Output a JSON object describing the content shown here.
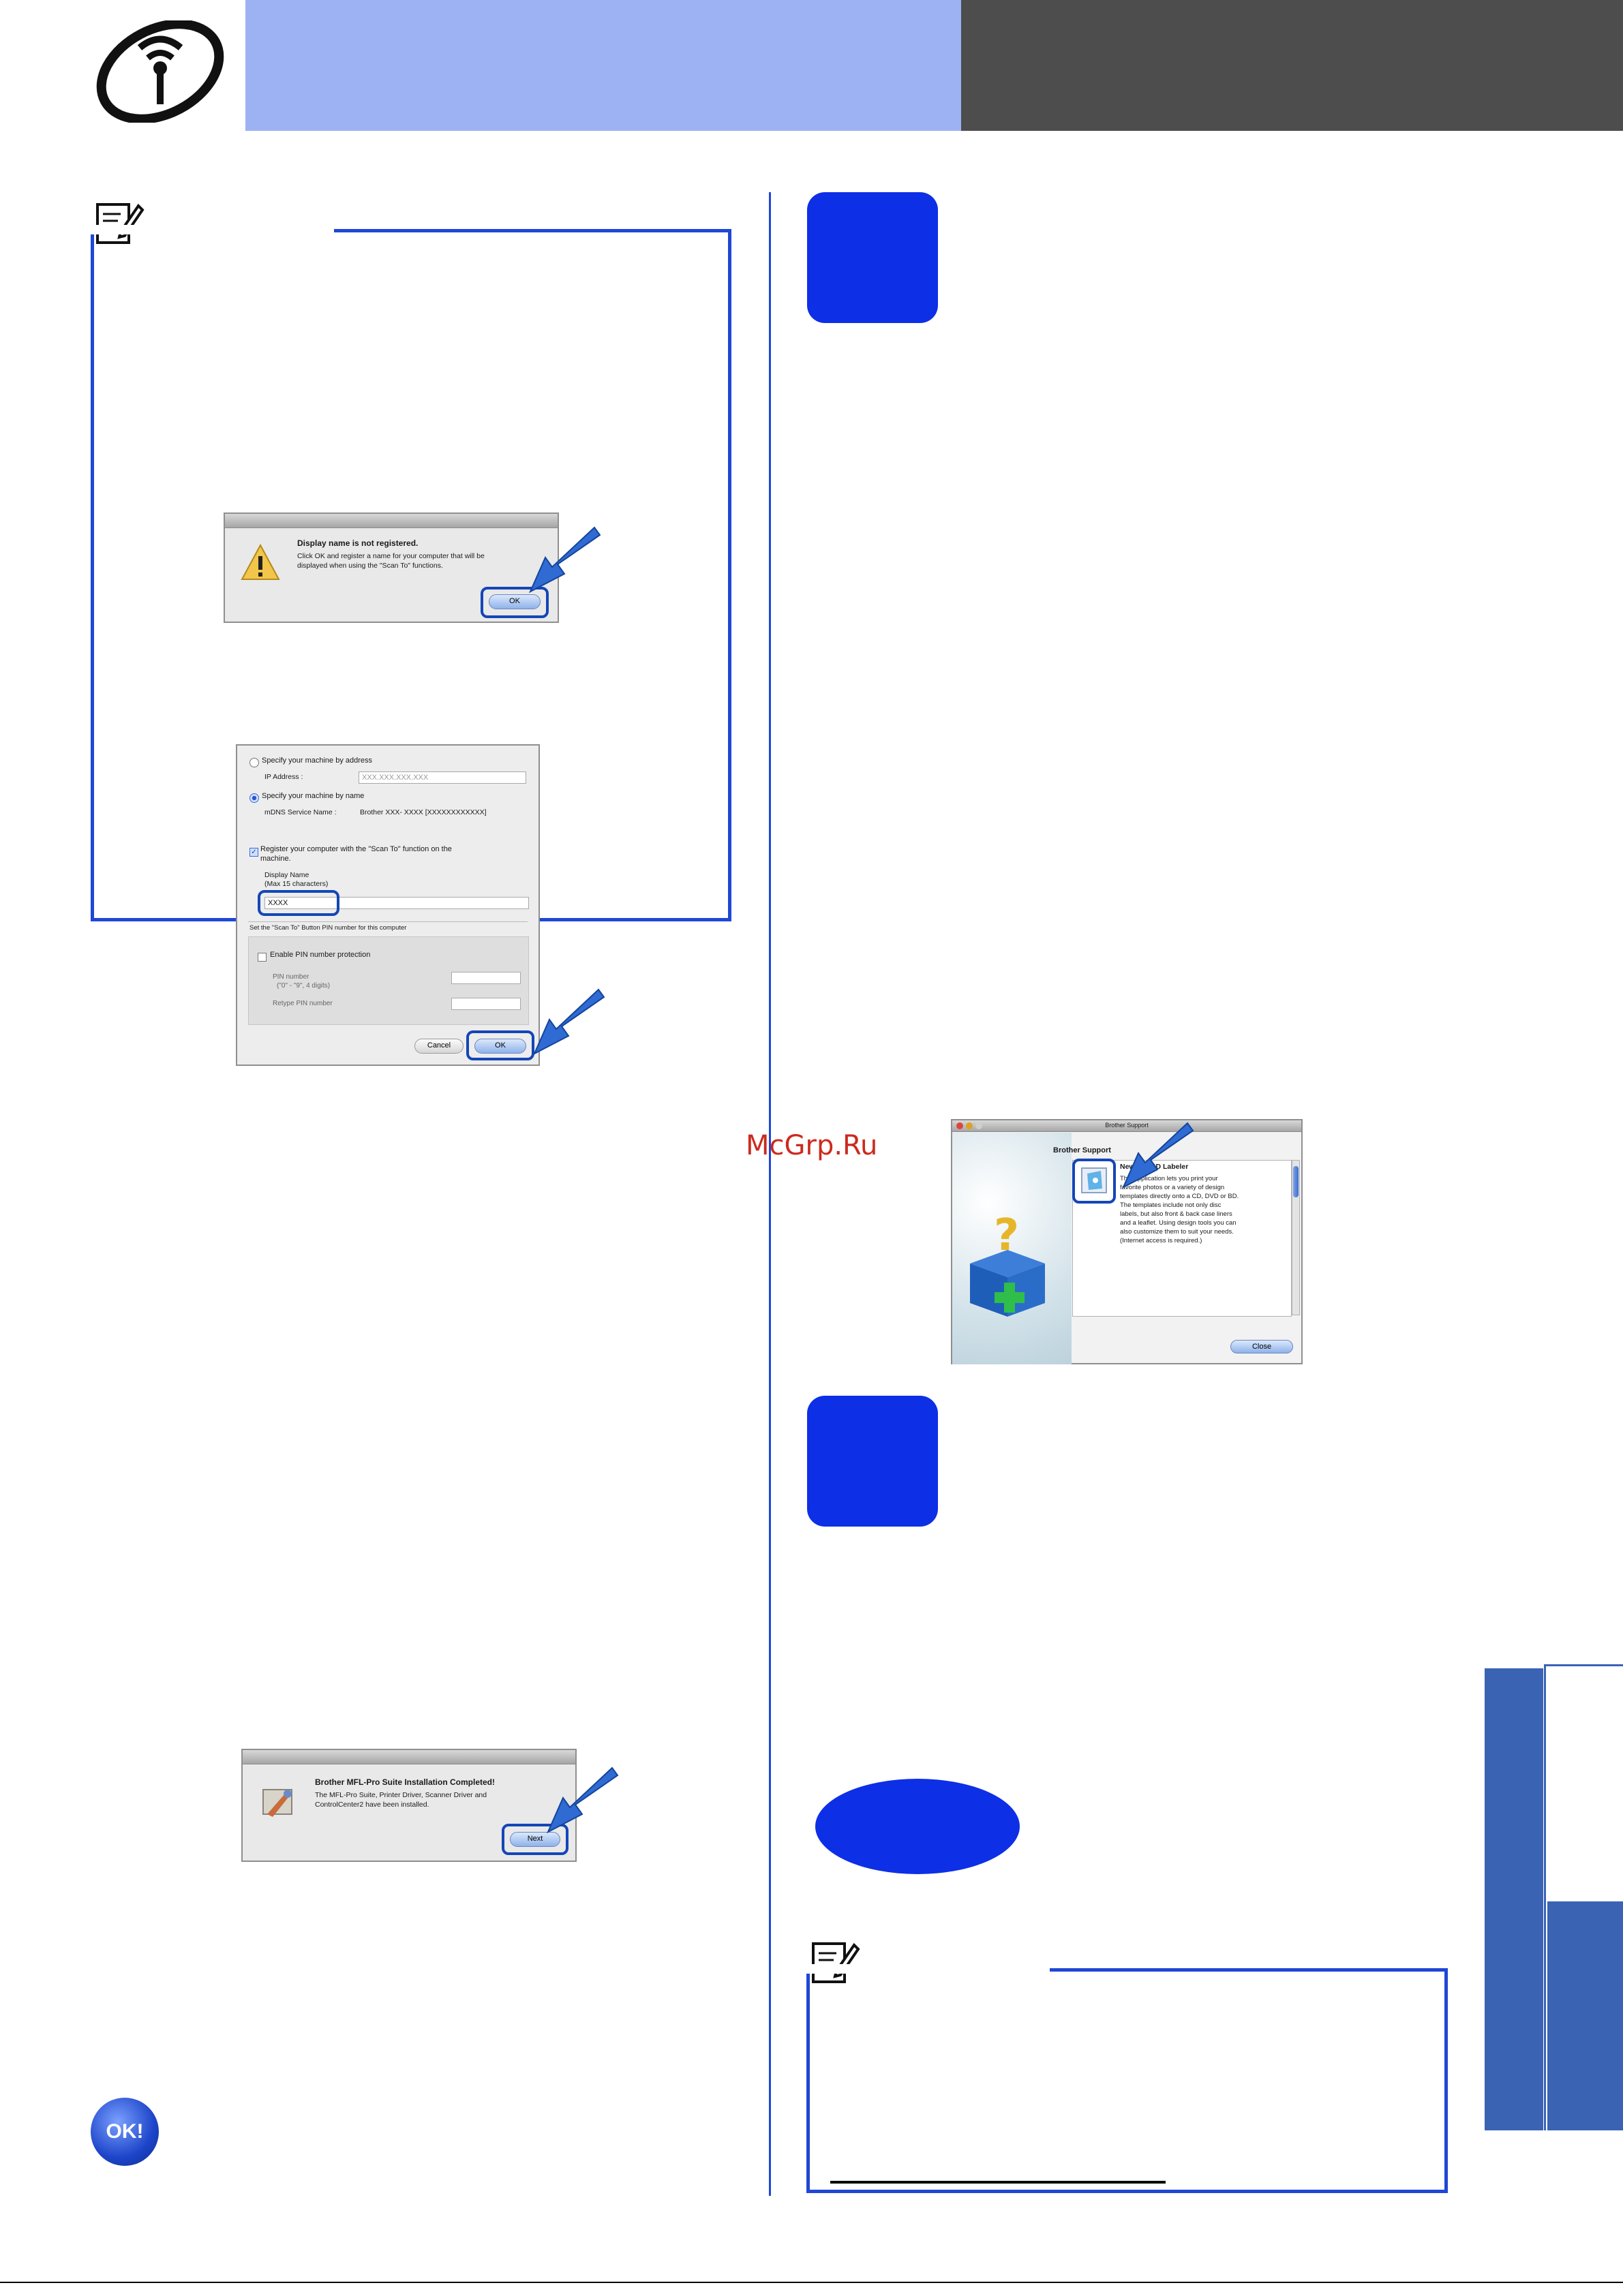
{
  "header": {
    "icon": "wireless-icon"
  },
  "watermark": "McGrp.Ru",
  "dialog_display_name": {
    "title": "Display name is not registered.",
    "message_line1": "Click OK and register a name for your computer that will be",
    "message_line2": "displayed when using the \"Scan To\" functions.",
    "ok": "OK"
  },
  "dialog_machine": {
    "opt_address": "Specify your machine by address",
    "ip_label": "IP Address :",
    "ip_value": "XXX.XXX.XXX.XXX",
    "opt_name": "Specify your machine by name",
    "mdns_label": "mDNS Service Name :",
    "mdns_value": "Brother XXX- XXXX   [XXXXXXXXXXXX]",
    "register_line1": "Register your computer with the \"Scan To\" function on the",
    "register_line2": "machine.",
    "display_name_label": "Display Name",
    "display_name_hint": "(Max 15 characters)",
    "display_name_value": "XXXX",
    "pin_group_title": "Set the \"Scan To\" Button PIN number for this computer",
    "enable_pin": "Enable PIN number protection",
    "pin_label": "PIN number",
    "pin_hint": "(\"0\" - \"9\",  4 digits)",
    "retype_label": "Retype PIN number",
    "cancel": "Cancel",
    "ok": "OK"
  },
  "dialog_support": {
    "title": "Brother Support",
    "heading": "Brother Support",
    "item_title": "NewSoft CD Labeler",
    "body": [
      "This application lets you print your",
      "favorite photos or a variety of design",
      "templates directly onto a CD, DVD or BD.",
      "The templates include not only disc",
      "labels, but also front & back case liners",
      "and a leaflet. Using design tools you can",
      "also customize them to suit your needs.",
      "(Internet access is required.)"
    ],
    "close": "Close"
  },
  "dialog_complete": {
    "title": "Brother MFL-Pro Suite Installation Completed!",
    "message_line1": "The MFL-Pro Suite, Printer Driver, Scanner Driver and",
    "message_line2": "ControlCenter2 have been installed.",
    "next": "Next"
  },
  "ok_badge": "OK!",
  "colors": {
    "accent": "#0d2fe6",
    "header_light": "#9db2f2",
    "header_dark": "#4d4d4d",
    "frame": "#1f47d6"
  }
}
